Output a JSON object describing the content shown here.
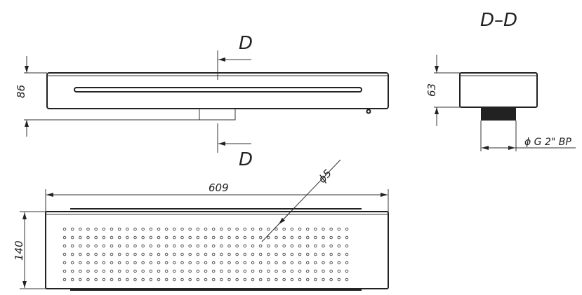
{
  "section_label": "D",
  "section_view_title": "D–D",
  "dimensions": {
    "side_height": "86",
    "section_height": "63",
    "thread": "ϕ G 2\" BP",
    "length": "609",
    "width": "140",
    "hole_diameter": "ϕ5"
  },
  "grate": {
    "hole_columns": 37,
    "hole_rows": 7
  },
  "colors": {
    "line": "#333333",
    "background": "#ffffff"
  }
}
